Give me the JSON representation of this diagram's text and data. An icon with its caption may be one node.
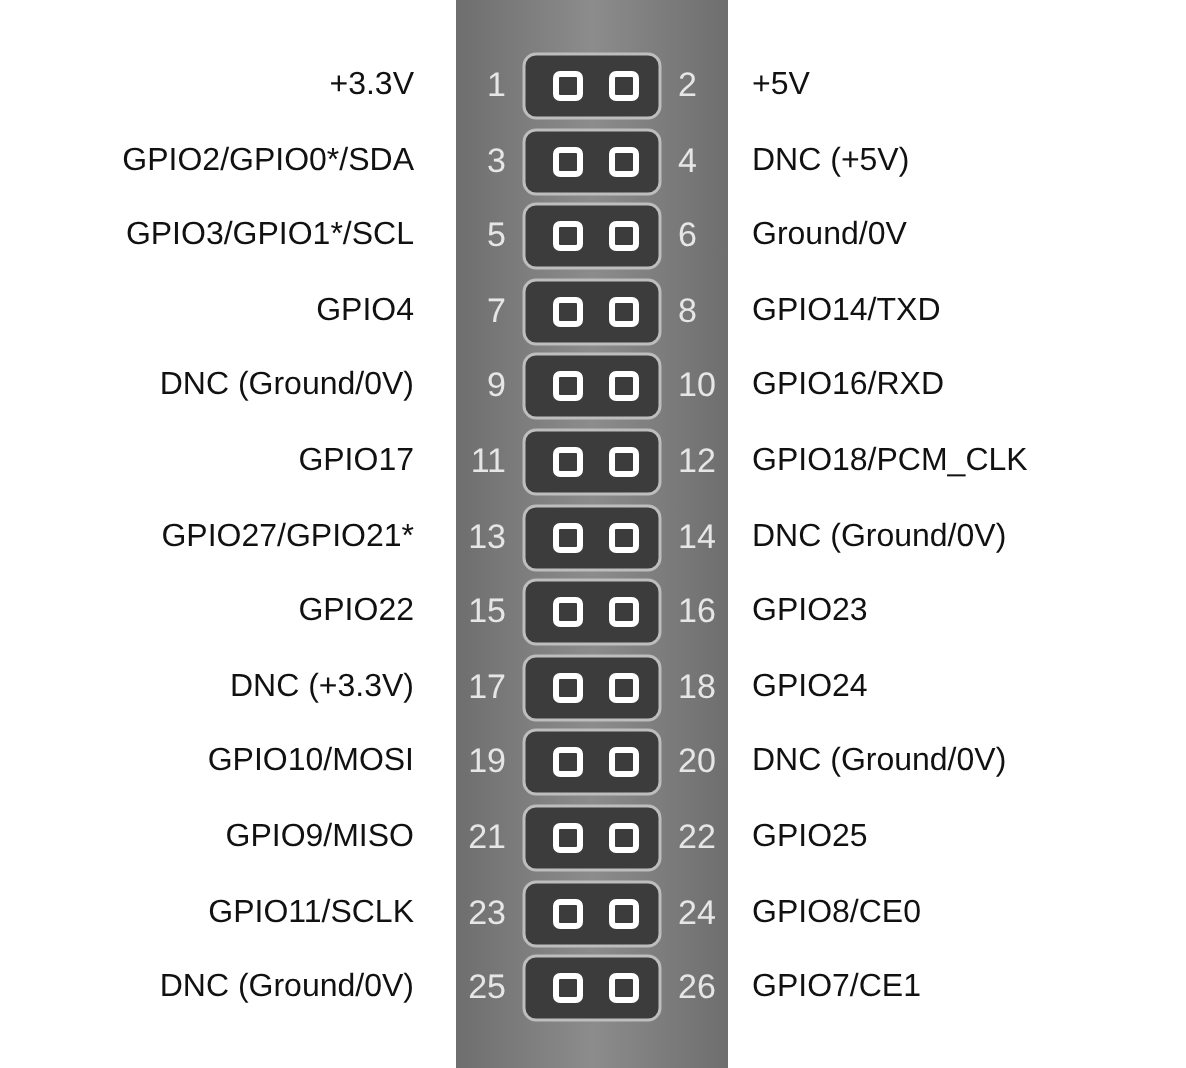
{
  "diagram": {
    "labels": [
      "+3.3V",
      "1",
      "2",
      "+5V",
      "GPIO2/GPIO0*/SDA",
      "3",
      "4",
      "DNC (+5V)",
      "GPIO3/GPIO1*/SCL",
      "5",
      "6",
      "Ground/0V",
      "GPIO4",
      "7",
      "8",
      "GPIO14/TXD",
      "DNC (Ground/0V)",
      "9",
      "10",
      "GPIO16/RXD",
      "GPIO17",
      "11",
      "12",
      "GPIO18/PCM_CLK",
      "GPIO27/GPIO21*",
      "13",
      "14",
      "DNC (Ground/0V)",
      "GPIO22",
      "15",
      "16",
      "GPIO23",
      "DNC (+3.3V)",
      "17",
      "18",
      "GPIO24",
      "GPIO10/MOSI",
      "19",
      "20",
      "DNC (Ground/0V)",
      "GPIO9/MISO",
      "21",
      "22",
      "GPIO25",
      "GPIO11/SCLK",
      "23",
      "24",
      "GPIO8/CE0",
      "DNC (Ground/0V)",
      "25",
      "26",
      "GPIO7/CE1"
    ]
  }
}
